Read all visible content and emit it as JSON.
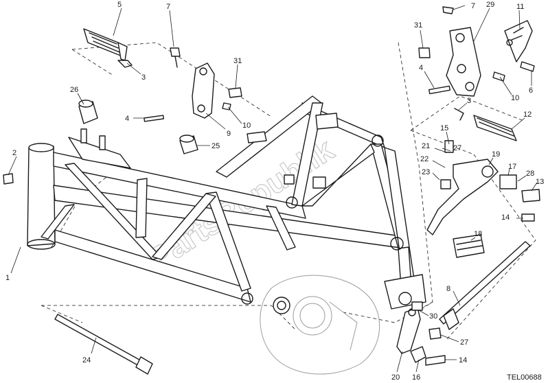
{
  "diagram": {
    "drawing_code": "TEL00688",
    "watermark": "PartsRepublik",
    "callouts": [
      "1",
      "2",
      "3",
      "3",
      "4",
      "4",
      "5",
      "6",
      "7",
      "7",
      "8",
      "9",
      "10",
      "10",
      "11",
      "12",
      "13",
      "14",
      "14",
      "15",
      "16",
      "17",
      "18",
      "19",
      "20",
      "21",
      "22",
      "23",
      "24",
      "25",
      "26",
      "27",
      "27",
      "28",
      "29",
      "30",
      "31",
      "31"
    ]
  }
}
